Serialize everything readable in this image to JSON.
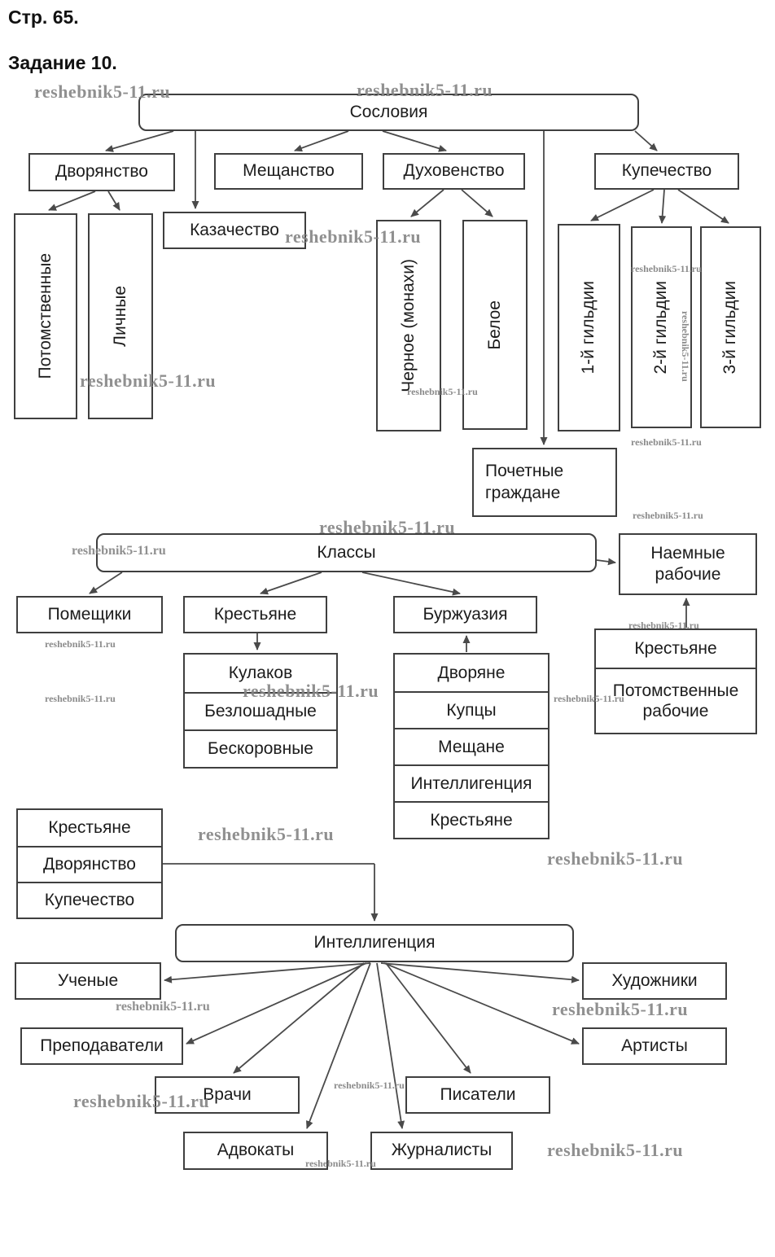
{
  "header": {
    "page": "Стр. 65.",
    "task": "Задание 10."
  },
  "watermark": {
    "text": "reshebnik5-11.ru",
    "color": "#858585"
  },
  "estates": {
    "root": "Сословия",
    "nobility": "Дворянство",
    "petty_bourgeois": "Мещанство",
    "clergy": "Духовенство",
    "merchants": "Купечество",
    "cossacks": "Казачество",
    "honorary_citizens": "Почетные граждане",
    "hereditary": "Потомственные",
    "personal": "Личные",
    "black_clergy": "Черное (монахи)",
    "white_clergy": "Белое",
    "guild1": "1-й гильдии",
    "guild2": "2-й гильдии",
    "guild3": "3-й гильдии"
  },
  "classes": {
    "root": "Классы",
    "landowners": "Помещики",
    "peasants": "Крестьяне",
    "bourgeoisie": "Буржуазия",
    "hired_workers": "Наемные рабочие",
    "peasant_types": [
      "Кулаков",
      "Безлошадные",
      "Бескоровные"
    ],
    "bourgeoisie_origins": [
      "Дворяне",
      "Купцы",
      "Мещане",
      "Интеллигенция",
      "Крестьяне"
    ],
    "hired_origins": [
      "Крестьяне",
      "Потомственные рабочие"
    ]
  },
  "intelligentsia": {
    "root": "Интеллигенция",
    "origins": [
      "Крестьяне",
      "Дворянство",
      "Купечество"
    ],
    "professions": [
      "Ученые",
      "Художники",
      "Преподаватели",
      "Артисты",
      "Врачи",
      "Писатели",
      "Адвокаты",
      "Журналисты"
    ]
  }
}
